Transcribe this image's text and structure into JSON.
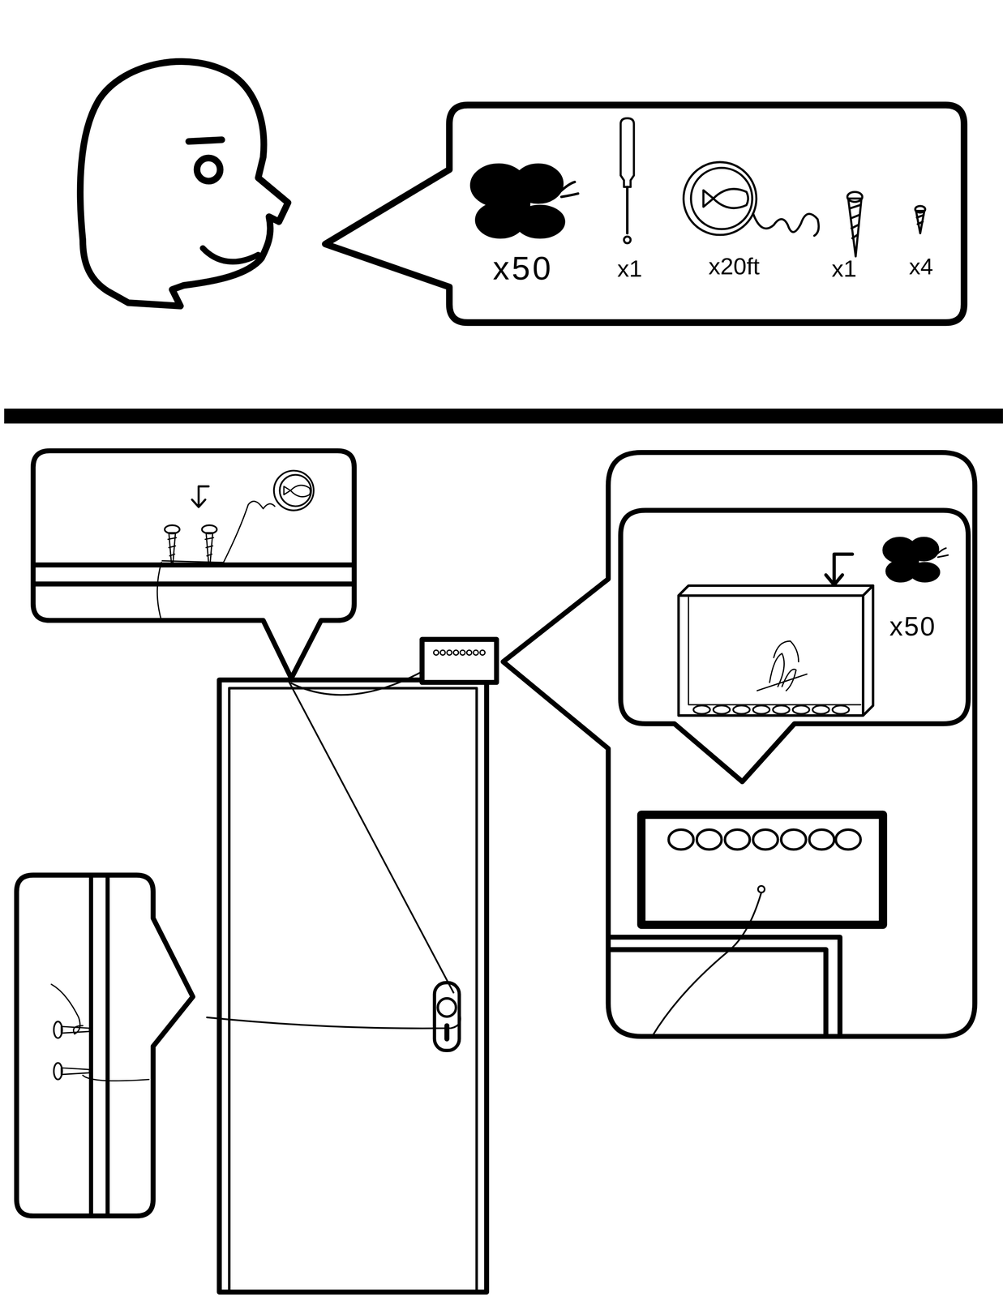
{
  "diagram": {
    "nodes": [
      {
        "text": [
          "x50",
          "x1",
          "x20ft",
          "x1",
          "x4"
        ]
      },
      {
        "text": [
          "x50"
        ]
      }
    ]
  }
}
